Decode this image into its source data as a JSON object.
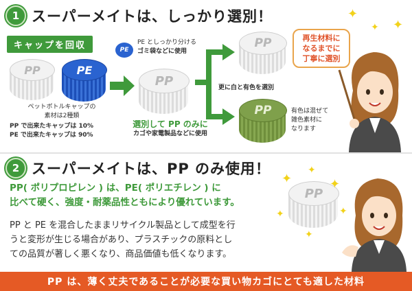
{
  "section1": {
    "number": "1",
    "title": "スーパーメイトは、しっかり選別！",
    "tag": "キャップを回収",
    "cap_pp_label": "PP",
    "cap_pe_label": "PE",
    "caption_line1": "ペットボトルキャップの",
    "caption_line2": "素材は2種類",
    "caption_line3": "PP で出来たキャップは 10%",
    "caption_line4": "PE で出来たキャップは 90%",
    "pe_note_line1": "PE としっかり分ける",
    "pe_note_line2": "ゴミ袋などに使用",
    "select_line1": "選別して PP のみに",
    "select_line2": "カゴや家電製品などに使用",
    "white_note": "更に白と有色を選別",
    "colored_note_line1": "有色は混ぜて",
    "colored_note_line2": "雑色素材に",
    "colored_note_line3": "なります",
    "speech_line1": "再生材料に",
    "speech_line2": "なるまでに",
    "speech_line3": "丁寧に選別"
  },
  "section2": {
    "number": "2",
    "title": "スーパーメイトは、PP のみ使用！",
    "green_line1": "PP( ポリプロピレン ) は、PE( ポリエチレン ) に",
    "green_line2": "比べて硬く、強度・耐薬品性ともにより優れています。",
    "body_line1": "PP と PE を混合したままリサイクル製品として成型を行",
    "body_line2": "うと変形が生じる場合があり、プラスチックの原料とし",
    "body_line3": "ての品質が著しく悪くなり、商品価値も低くなります。",
    "cap_label": "PP"
  },
  "footer": {
    "text": "PP は、薄く丈夫であることが必要な買い物カゴにとても適した材料"
  }
}
